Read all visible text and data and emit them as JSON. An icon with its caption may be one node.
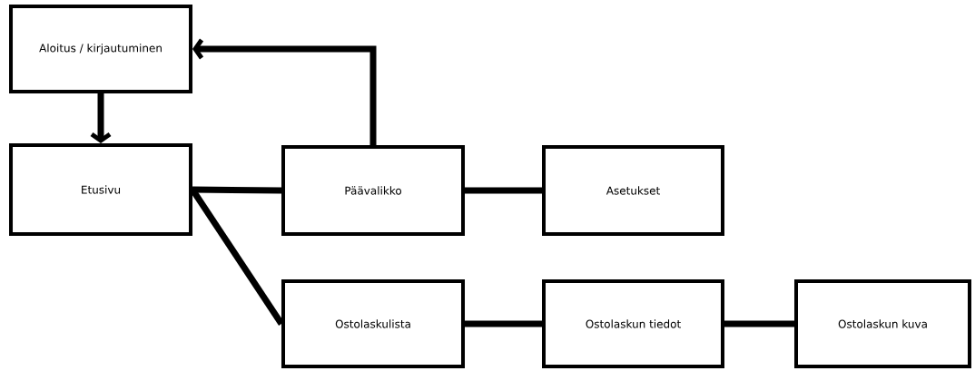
{
  "diagram": {
    "nodes": [
      {
        "text": [
          "Aloitus / kirjautuminen"
        ]
      },
      {
        "text": [
          "Etusivu"
        ]
      },
      {
        "text": [
          "Päävalikko"
        ]
      },
      {
        "text": [
          "Asetukset"
        ]
      },
      {
        "text": [
          "Ostolaskulista"
        ]
      },
      {
        "text": [
          "Ostolaskun tiedot"
        ]
      },
      {
        "text": [
          "Ostolaskun kuva"
        ]
      }
    ],
    "edges": [
      {
        "from": 0,
        "to": 1,
        "arrow": "to"
      },
      {
        "from": 2,
        "to": 0,
        "arrow": "to"
      },
      {
        "from": 1,
        "to": 2,
        "arrow": "none"
      },
      {
        "from": 2,
        "to": 3,
        "arrow": "none"
      },
      {
        "from": 1,
        "to": 4,
        "arrow": "none"
      },
      {
        "from": 4,
        "to": 5,
        "arrow": "none"
      },
      {
        "from": 5,
        "to": 6,
        "arrow": "none"
      }
    ]
  }
}
